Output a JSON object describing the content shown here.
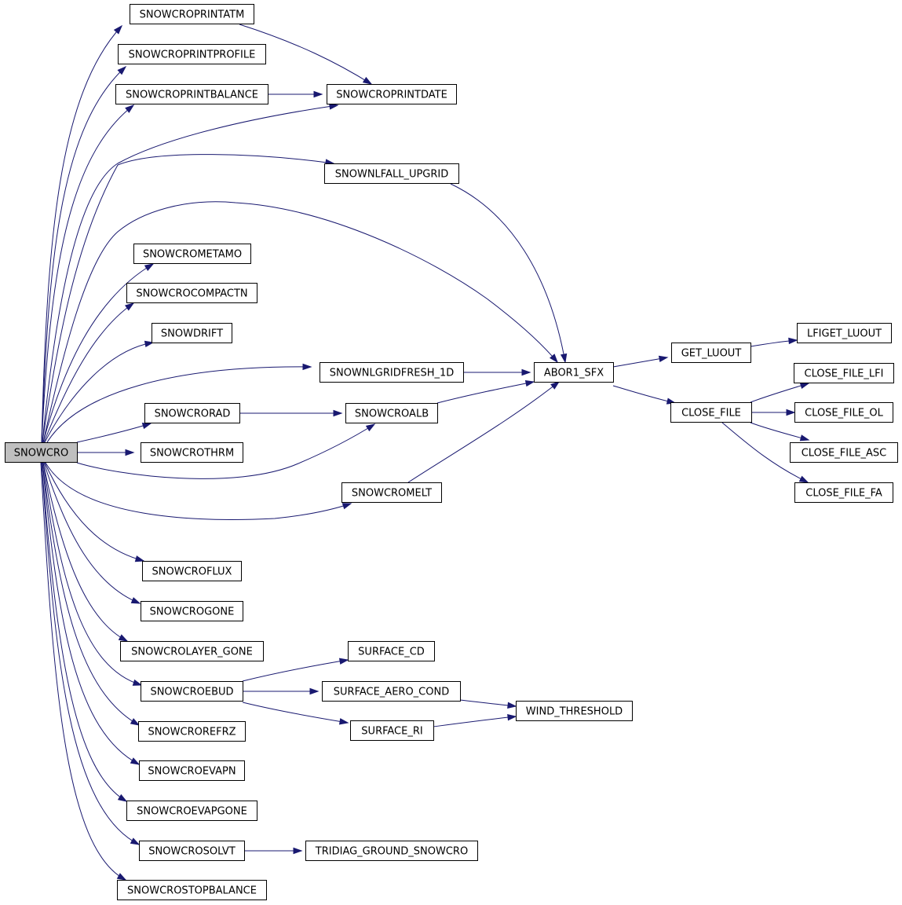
{
  "diagram": {
    "type": "call-graph",
    "colors": {
      "edge": "#191970",
      "node_border": "#000000",
      "node_fill": "#ffffff",
      "root_fill": "#bfbfbf"
    },
    "nodes": [
      {
        "id": "snowcro",
        "label": "SNOWCRO",
        "root": true
      },
      {
        "id": "printatm",
        "label": "SNOWCROPRINTATM"
      },
      {
        "id": "printprofile",
        "label": "SNOWCROPRINTPROFILE"
      },
      {
        "id": "printbalance",
        "label": "SNOWCROPRINTBALANCE"
      },
      {
        "id": "printdate",
        "label": "SNOWCROPRINTDATE"
      },
      {
        "id": "nlfall",
        "label": "SNOWNLFALL_UPGRID"
      },
      {
        "id": "metamo",
        "label": "SNOWCROMETAMO"
      },
      {
        "id": "compactn",
        "label": "SNOWCROCOMPACTN"
      },
      {
        "id": "snowdrift",
        "label": "SNOWDRIFT"
      },
      {
        "id": "gridfresh",
        "label": "SNOWNLGRIDFRESH_1D"
      },
      {
        "id": "abor1",
        "label": "ABOR1_SFX"
      },
      {
        "id": "getluout",
        "label": "GET_LUOUT"
      },
      {
        "id": "lfiget",
        "label": "LFIGET_LUOUT"
      },
      {
        "id": "closefilelfi",
        "label": "CLOSE_FILE_LFI"
      },
      {
        "id": "closefile",
        "label": "CLOSE_FILE"
      },
      {
        "id": "closefileol",
        "label": "CLOSE_FILE_OL"
      },
      {
        "id": "closefileasc",
        "label": "CLOSE_FILE_ASC"
      },
      {
        "id": "closefilefa",
        "label": "CLOSE_FILE_FA"
      },
      {
        "id": "snowcrorad",
        "label": "SNOWCRORAD"
      },
      {
        "id": "snowcroalb",
        "label": "SNOWCROALB"
      },
      {
        "id": "thrm",
        "label": "SNOWCROTHRM"
      },
      {
        "id": "melt",
        "label": "SNOWCROMELT"
      },
      {
        "id": "flux",
        "label": "SNOWCROFLUX"
      },
      {
        "id": "gone",
        "label": "SNOWCROGONE"
      },
      {
        "id": "layergone",
        "label": "SNOWCROLAYER_GONE"
      },
      {
        "id": "surfacecd",
        "label": "SURFACE_CD"
      },
      {
        "id": "ebud",
        "label": "SNOWCROEBUD"
      },
      {
        "id": "aerocond",
        "label": "SURFACE_AERO_COND"
      },
      {
        "id": "windthr",
        "label": "WIND_THRESHOLD"
      },
      {
        "id": "surfaceri",
        "label": "SURFACE_RI"
      },
      {
        "id": "refrz",
        "label": "SNOWCROREFRZ"
      },
      {
        "id": "evapn",
        "label": "SNOWCROEVAPN"
      },
      {
        "id": "evapgone",
        "label": "SNOWCROEVAPGONE"
      },
      {
        "id": "solvt",
        "label": "SNOWCROSOLVT"
      },
      {
        "id": "tridiag",
        "label": "TRIDIAG_GROUND_SNOWCRO"
      },
      {
        "id": "stopbalance",
        "label": "SNOWCROSTOPBALANCE"
      }
    ],
    "edges": [
      {
        "from": "snowcro",
        "to": "printatm"
      },
      {
        "from": "snowcro",
        "to": "printprofile"
      },
      {
        "from": "snowcro",
        "to": "printbalance"
      },
      {
        "from": "snowcro",
        "to": "printdate"
      },
      {
        "from": "snowcro",
        "to": "nlfall"
      },
      {
        "from": "snowcro",
        "to": "abor1"
      },
      {
        "from": "snowcro",
        "to": "metamo"
      },
      {
        "from": "snowcro",
        "to": "compactn"
      },
      {
        "from": "snowcro",
        "to": "snowdrift"
      },
      {
        "from": "snowcro",
        "to": "gridfresh"
      },
      {
        "from": "snowcro",
        "to": "snowcrorad"
      },
      {
        "from": "snowcro",
        "to": "thrm"
      },
      {
        "from": "snowcro",
        "to": "snowcroalb"
      },
      {
        "from": "snowcro",
        "to": "melt"
      },
      {
        "from": "snowcro",
        "to": "flux"
      },
      {
        "from": "snowcro",
        "to": "gone"
      },
      {
        "from": "snowcro",
        "to": "layergone"
      },
      {
        "from": "snowcro",
        "to": "ebud"
      },
      {
        "from": "snowcro",
        "to": "refrz"
      },
      {
        "from": "snowcro",
        "to": "evapn"
      },
      {
        "from": "snowcro",
        "to": "evapgone"
      },
      {
        "from": "snowcro",
        "to": "solvt"
      },
      {
        "from": "snowcro",
        "to": "stopbalance"
      },
      {
        "from": "printatm",
        "to": "printdate"
      },
      {
        "from": "printbalance",
        "to": "printdate"
      },
      {
        "from": "nlfall",
        "to": "abor1"
      },
      {
        "from": "gridfresh",
        "to": "abor1"
      },
      {
        "from": "snowcroalb",
        "to": "abor1"
      },
      {
        "from": "melt",
        "to": "abor1"
      },
      {
        "from": "snowcrorad",
        "to": "snowcroalb"
      },
      {
        "from": "abor1",
        "to": "getluout"
      },
      {
        "from": "abor1",
        "to": "closefile"
      },
      {
        "from": "getluout",
        "to": "lfiget"
      },
      {
        "from": "closefile",
        "to": "closefilelfi"
      },
      {
        "from": "closefile",
        "to": "closefileol"
      },
      {
        "from": "closefile",
        "to": "closefileasc"
      },
      {
        "from": "closefile",
        "to": "closefilefa"
      },
      {
        "from": "ebud",
        "to": "surfacecd"
      },
      {
        "from": "ebud",
        "to": "aerocond"
      },
      {
        "from": "ebud",
        "to": "surfaceri"
      },
      {
        "from": "aerocond",
        "to": "windthr"
      },
      {
        "from": "surfaceri",
        "to": "windthr"
      },
      {
        "from": "solvt",
        "to": "tridiag"
      }
    ]
  }
}
